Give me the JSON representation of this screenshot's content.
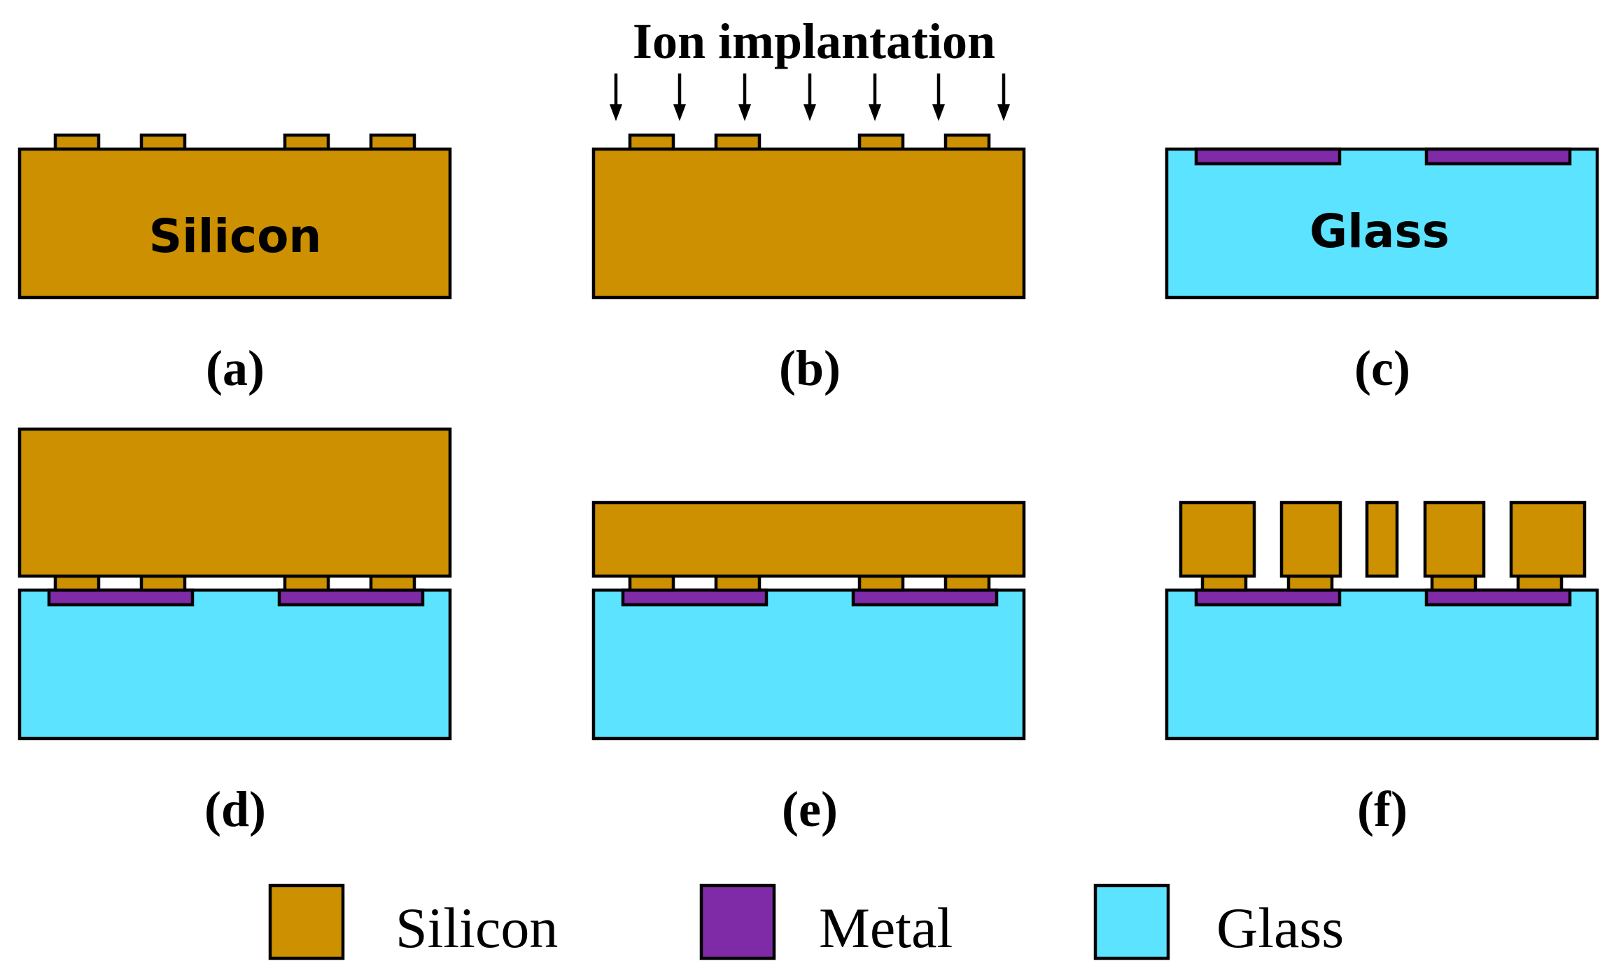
{
  "colors": {
    "silicon": "#CC9000",
    "metal": "#7F2AA6",
    "glass": "#5CE3FF",
    "outline": "#000000"
  },
  "panels": {
    "a": {
      "caption": "(a)",
      "substrate_label": "Silicon"
    },
    "b": {
      "caption": "(b)",
      "process_label": "Ion implantation"
    },
    "c": {
      "caption": "(c)",
      "substrate_label": "Glass"
    },
    "d": {
      "caption": "(d)"
    },
    "e": {
      "caption": "(e)"
    },
    "f": {
      "caption": "(f)"
    }
  },
  "legend": {
    "items": [
      {
        "material": "silicon",
        "label": "Silicon"
      },
      {
        "material": "metal",
        "label": "Metal"
      },
      {
        "material": "glass",
        "label": "Glass"
      }
    ]
  }
}
